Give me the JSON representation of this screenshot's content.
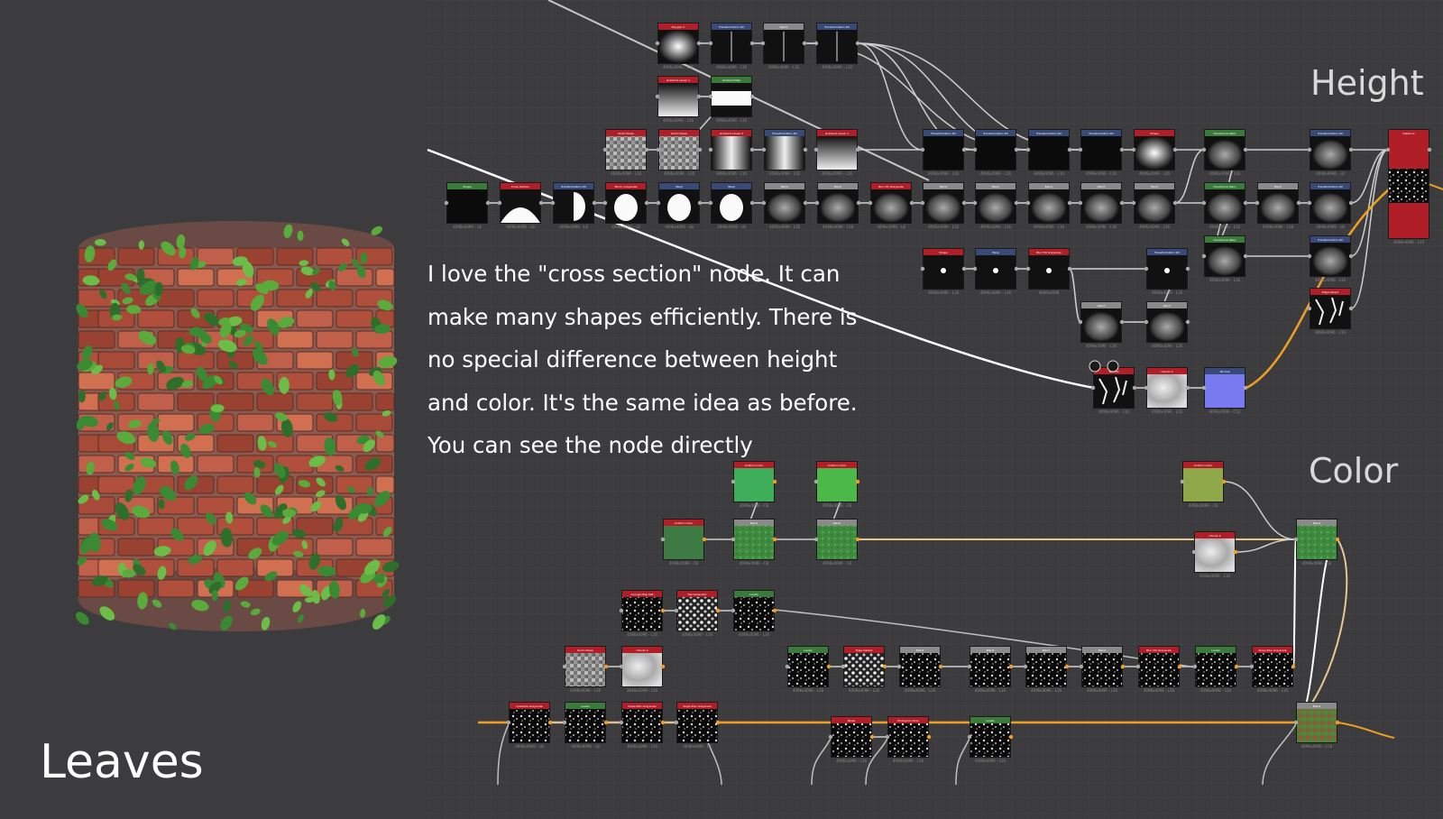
{
  "slide": {
    "title": "Leaves",
    "description": [
      "I love the \"cross section\" node. It can",
      "make many shapes efficiently. There is",
      "no special difference between height",
      "and color. It's the same idea as before.",
      "You can see the node directly"
    ]
  },
  "sections": {
    "height": "Height",
    "color": "Color"
  },
  "colors": {
    "background": "#3c3c3e",
    "grid": "#444447",
    "wire": "#d6d6d6",
    "wire_orange": "#f0a020",
    "header_red": "#b01e28",
    "header_blue": "#3a4a78",
    "header_green": "#3a7a3a",
    "header_gray": "#8a8a8a"
  },
  "height_nodes": [
    {
      "label": "Polygon 2",
      "res": "4096x4096 - L16",
      "header": "red",
      "thumb": "radial"
    },
    {
      "label": "Transformation 2D",
      "res": "4096x4096 - L16",
      "header": "blue",
      "thumb": "line"
    },
    {
      "label": "Blend",
      "res": "4096x4096 - L16",
      "header": "gray",
      "thumb": "line"
    },
    {
      "label": "Transformation 2D",
      "res": "4096x4096 - L16",
      "header": "blue",
      "thumb": "line"
    },
    {
      "label": "Gradient Linear 1",
      "res": "4096x4096 - L16",
      "header": "red",
      "thumb": "vgrad"
    },
    {
      "label": "Gradient Map",
      "res": "4096x4096 - L16",
      "header": "green",
      "thumb": "whiteband"
    },
    {
      "label": "Perlin Noise",
      "res": "4096x4096 - L16",
      "header": "red",
      "thumb": "noise"
    },
    {
      "label": "Perlin Noise",
      "res": "4096x4096 - L16",
      "header": "red",
      "thumb": "noise"
    },
    {
      "label": "Gradient Linear 2",
      "res": "4096x4096 - L16",
      "header": "red",
      "thumb": "hgrad"
    },
    {
      "label": "Transformation 2D",
      "res": "4096x4096 - L16",
      "header": "blue",
      "thumb": "hgrad"
    },
    {
      "label": "Gradient Linear 1",
      "res": "4096x4096 - L16",
      "header": "red",
      "thumb": "vgrad"
    },
    {
      "label": "Shape",
      "res": "4096x4096 - L8",
      "header": "green",
      "thumb": "dark"
    },
    {
      "label": "Cross Section",
      "res": "4096x4096 - L8",
      "header": "red",
      "thumb": "hill"
    },
    {
      "label": "Transformation 2D",
      "res": "4096x4096 - L8",
      "header": "blue",
      "thumb": "half"
    },
    {
      "label": "Mirror Grayscale",
      "res": "4096x4096 - L8",
      "header": "red",
      "thumb": "blob"
    },
    {
      "label": "Warp",
      "res": "4096x4096 - L8",
      "header": "blue",
      "thumb": "blob"
    },
    {
      "label": "Warp",
      "res": "4096x4096 - L8",
      "header": "blue",
      "thumb": "blob"
    },
    {
      "label": "Blend",
      "res": "4096x4096 - L16",
      "header": "gray",
      "thumb": "leaf"
    },
    {
      "label": "Blend",
      "res": "4096x4096 - L16",
      "header": "gray",
      "thumb": "leaf"
    },
    {
      "label": "Blur HQ Grayscale",
      "res": "4096x4096 - L8",
      "header": "red",
      "thumb": "leaf"
    },
    {
      "label": "Blend",
      "res": "4096x4096 - L16",
      "header": "gray",
      "thumb": "leaf"
    },
    {
      "label": "Blend",
      "res": "4096x4096 - L16",
      "header": "gray",
      "thumb": "leaf"
    },
    {
      "label": "Blend",
      "res": "4096x4096 - L16",
      "header": "gray",
      "thumb": "leaf"
    },
    {
      "label": "Blend",
      "res": "4096x4096 - L16",
      "header": "gray",
      "thumb": "leaf"
    },
    {
      "label": "Blend",
      "res": "4096x4096 - L16",
      "header": "gray",
      "thumb": "leaf"
    },
    {
      "label": "Directional Warp",
      "res": "4096x4096 - L16",
      "header": "green",
      "thumb": "leaf"
    },
    {
      "label": "Blend",
      "res": "4096x4096 - L16",
      "header": "gray",
      "thumb": "leaf"
    },
    {
      "label": "Transformation 2D",
      "res": "4096x4096 - L8",
      "header": "blue",
      "thumb": "leaf"
    },
    {
      "label": "Transformation 2D",
      "res": "4096x4096 - L16",
      "header": "blue",
      "thumb": "dark"
    },
    {
      "label": "Transformation 2D",
      "res": "4096x4096 - L16",
      "header": "blue",
      "thumb": "dark"
    },
    {
      "label": "Transformation 2D",
      "res": "4096x4096 - L16",
      "header": "blue",
      "thumb": "dark"
    },
    {
      "label": "Transformation 2D",
      "res": "4096x4096 - L16",
      "header": "blue",
      "thumb": "dark"
    },
    {
      "label": "Shape",
      "res": "4096x4096 - L16",
      "header": "red",
      "thumb": "radial"
    },
    {
      "label": "Directional Warp",
      "res": "4096x4096 - L16",
      "header": "green",
      "thumb": "leaf"
    },
    {
      "label": "Transformation 2D",
      "res": "4096x4096 - L8",
      "header": "blue",
      "thumb": "leaf"
    },
    {
      "label": "Shape",
      "res": "4096x4096 - L16",
      "header": "red",
      "thumb": "dot"
    },
    {
      "label": "Warp",
      "res": "4096x4096 - L16",
      "header": "blue",
      "thumb": "dot"
    },
    {
      "label": "Blur HQ Grayscale",
      "res": "4096x4096",
      "header": "red",
      "thumb": "dot"
    },
    {
      "label": "Transformation 2D",
      "res": "4096x4096 - L16",
      "header": "blue",
      "thumb": "dot"
    },
    {
      "label": "Directional Warp",
      "res": "4096x4096 - L16",
      "header": "green",
      "thumb": "leaf"
    },
    {
      "label": "Transformation 2D",
      "res": "4096x4096 - L16",
      "header": "blue",
      "thumb": "leaf"
    },
    {
      "label": "Blend",
      "res": "4096x4096 - L16",
      "header": "gray",
      "thumb": "leaf"
    },
    {
      "label": "Blend",
      "res": "4096x4096 - L16",
      "header": "gray",
      "thumb": "leaf"
    },
    {
      "label": "Edge Detect",
      "res": "4096x4096 - L16",
      "header": "red",
      "thumb": "cracks"
    },
    {
      "label": "Normal",
      "res": "4096x4096 - L16",
      "header": "red",
      "thumb": "cracks"
    },
    {
      "label": "Clouds 2",
      "res": "4096x4096 - L16",
      "header": "red",
      "thumb": "clouds"
    },
    {
      "label": "Normal",
      "res": "4096x4096 - C16",
      "header": "blue",
      "thumb": "normal"
    },
    {
      "label": "Distance",
      "res": "4096x4096 - L16",
      "header": "red",
      "thumb": "output"
    }
  ],
  "color_nodes": [
    {
      "label": "Uniform Color",
      "res": "4096x4096 - C8",
      "header": "red",
      "thumb": "green"
    },
    {
      "label": "Uniform Color",
      "res": "4096x4096 - C8",
      "header": "red",
      "thumb": "green2"
    },
    {
      "label": "Uniform Color",
      "res": "4096x4096 - C8",
      "header": "red",
      "thumb": "olive"
    },
    {
      "label": "Uniform Color",
      "res": "4096x4096 - C8",
      "header": "red",
      "thumb": "darkgreen"
    },
    {
      "label": "Blend",
      "res": "4096x4096 - C8",
      "header": "gray",
      "thumb": "greenspeck"
    },
    {
      "label": "Blend",
      "res": "4096x4096 - C8",
      "header": "gray",
      "thumb": "greenspeck"
    },
    {
      "label": "Blend",
      "res": "4096x4096 - C8",
      "header": "gray",
      "thumb": "greenspeck"
    },
    {
      "label": "Clouds 2",
      "res": "4096x4096 - L16",
      "header": "red",
      "thumb": "clouds"
    },
    {
      "label": "Grunge Map 004",
      "res": "4096x4096 - L16",
      "header": "red",
      "thumb": "speck"
    },
    {
      "label": "Tile Generator",
      "res": "4096x4096 - L16",
      "header": "red",
      "thumb": "speckw"
    },
    {
      "label": "Levels",
      "res": "4096x4096 - L16",
      "header": "green",
      "thumb": "speck"
    },
    {
      "label": "Perlin Noise",
      "res": "4096x4096 - L16",
      "header": "red",
      "thumb": "noise"
    },
    {
      "label": "Clouds 2",
      "res": "2048x2048 - L16",
      "header": "red",
      "thumb": "clouds"
    },
    {
      "label": "Levels",
      "res": "4096x4096 - L16",
      "header": "green",
      "thumb": "speck"
    },
    {
      "label": "Edge Detect",
      "res": "4096x4096 - L16",
      "header": "red",
      "thumb": "speckw"
    },
    {
      "label": "Blend",
      "res": "4096x4096 - L16",
      "header": "gray",
      "thumb": "speck"
    },
    {
      "label": "Blend",
      "res": "4096x4096 - L16",
      "header": "gray",
      "thumb": "speck"
    },
    {
      "label": "Blend",
      "res": "4096x4096 - L16",
      "header": "gray",
      "thumb": "speck"
    },
    {
      "label": "Blend",
      "res": "4096x4096 - L16",
      "header": "gray",
      "thumb": "speck"
    },
    {
      "label": "Blur HQ Grayscale",
      "res": "4096x4096 - L16",
      "header": "red",
      "thumb": "speck"
    },
    {
      "label": "Levels",
      "res": "4096x4096 - L16",
      "header": "green",
      "thumb": "speck"
    },
    {
      "label": "Slope Blur Grayscale",
      "res": "4096x4096 - L16",
      "header": "red",
      "thumb": "speck"
    },
    {
      "label": "Quantize Grayscale",
      "res": "4096x4096 - L8",
      "header": "red",
      "thumb": "speck"
    },
    {
      "label": "Levels",
      "res": "4096x4096 - L8",
      "header": "green",
      "thumb": "speck"
    },
    {
      "label": "Slope Blur Grayscale",
      "res": "4096x4096 - L16",
      "header": "red",
      "thumb": "speck"
    },
    {
      "label": "Slope Blur Grayscale",
      "res": "4096x4096 - L8",
      "header": "red",
      "thumb": "speck"
    },
    {
      "label": "Bevel",
      "res": "4096x4096 - L16",
      "header": "red",
      "thumb": "speck"
    },
    {
      "label": "Histogram Scan",
      "res": "4096x4096 - L16",
      "header": "red",
      "thumb": "speck"
    },
    {
      "label": "Levels",
      "res": "4096x4096 - L16",
      "header": "green",
      "thumb": "speck"
    },
    {
      "label": "Blend",
      "res": "4096x4096 - C16",
      "header": "gray",
      "thumb": "final"
    }
  ]
}
